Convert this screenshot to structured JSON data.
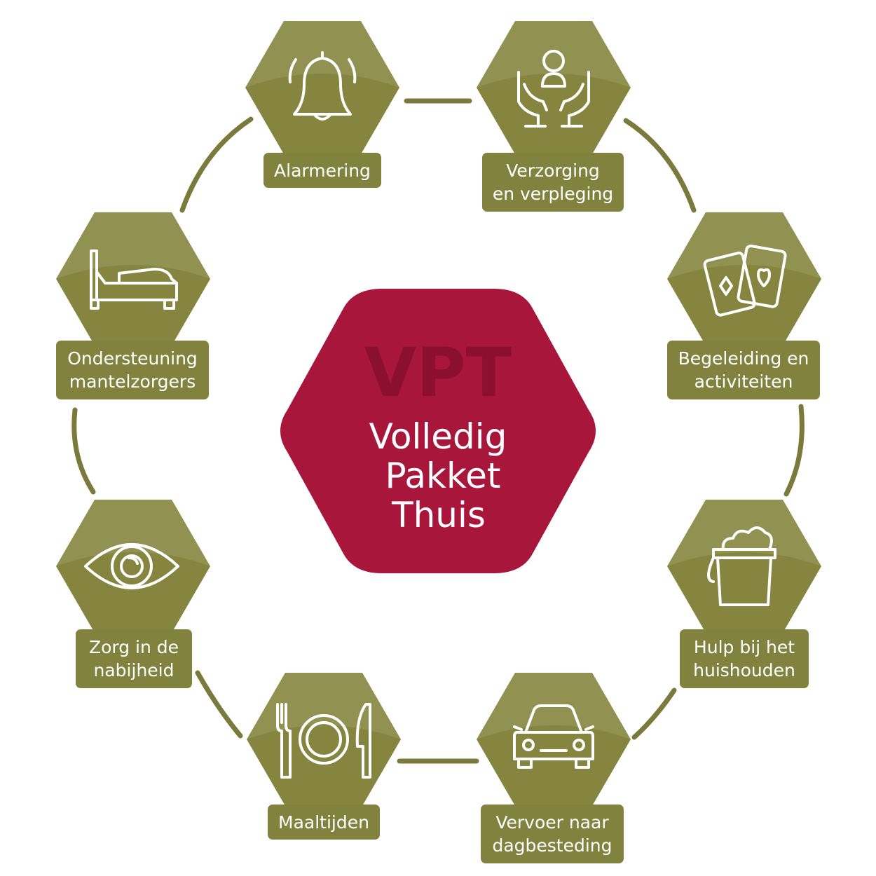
{
  "center": {
    "abbreviation": "VPT",
    "title_lines": [
      "Volledig",
      "Pakket",
      "Thuis"
    ]
  },
  "services": [
    {
      "icon": "bell-icon",
      "label_lines": [
        "Alarmering"
      ]
    },
    {
      "icon": "caring-hands-icon",
      "label_lines": [
        "Verzorging",
        "en verpleging"
      ]
    },
    {
      "icon": "playing-cards-icon",
      "label_lines": [
        "Begeleiding en",
        "activiteiten"
      ]
    },
    {
      "icon": "bucket-icon",
      "label_lines": [
        "Hulp bij het",
        "huishouden"
      ]
    },
    {
      "icon": "car-icon",
      "label_lines": [
        "Vervoer naar",
        "dagbesteding"
      ]
    },
    {
      "icon": "plate-cutlery-icon",
      "label_lines": [
        "Maaltijden"
      ]
    },
    {
      "icon": "eye-icon",
      "label_lines": [
        "Zorg in de",
        "nabijheid"
      ]
    },
    {
      "icon": "bed-icon",
      "label_lines": [
        "Ondersteuning",
        "mantelzorgers"
      ]
    }
  ],
  "colors": {
    "service_green": "#85853f",
    "ring_line": "#7b7a3d",
    "center_red": "#a8163c",
    "center_abbr": "#8b0f2e",
    "text": "#ffffff"
  }
}
